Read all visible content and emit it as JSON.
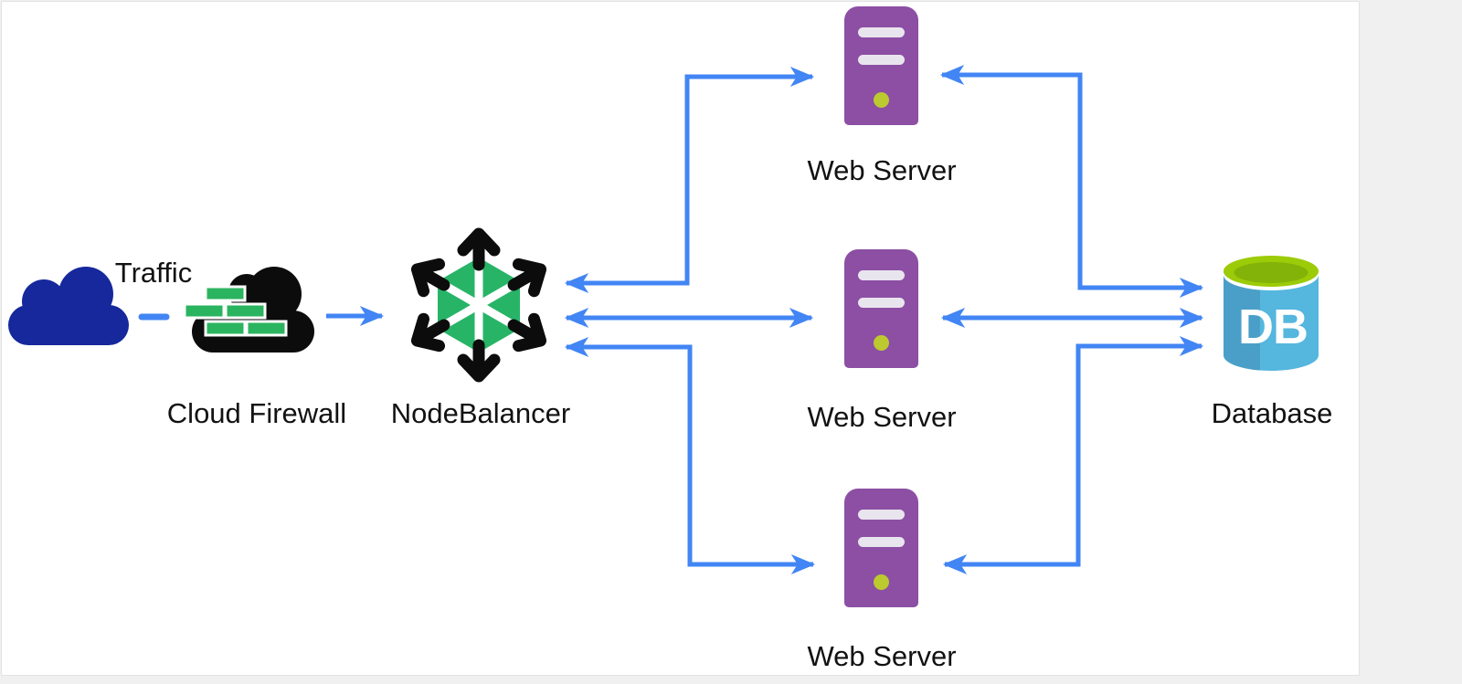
{
  "diagram": {
    "nodes": {
      "traffic": {
        "label": "Traffic",
        "icon": "cloud-icon"
      },
      "firewall": {
        "label": "Cloud Firewall",
        "icon": "firewall-brick-cloud-icon"
      },
      "nodebalancer": {
        "label": "NodeBalancer",
        "icon": "nodebalancer-hexagon-icon"
      },
      "web1": {
        "label": "Web Server",
        "icon": "server-tower-icon"
      },
      "web2": {
        "label": "Web Server",
        "icon": "server-tower-icon"
      },
      "web3": {
        "label": "Web Server",
        "icon": "server-tower-icon"
      },
      "database": {
        "label": "Database",
        "icon": "database-cylinder-icon",
        "badge": "DB"
      }
    },
    "edges": [
      {
        "from": "traffic",
        "to": "firewall",
        "style": "dashed",
        "direction": "none"
      },
      {
        "from": "firewall",
        "to": "nodebalancer",
        "style": "solid",
        "direction": "forward"
      },
      {
        "from": "nodebalancer",
        "to": "web1",
        "style": "solid",
        "direction": "both"
      },
      {
        "from": "nodebalancer",
        "to": "web2",
        "style": "solid",
        "direction": "both"
      },
      {
        "from": "nodebalancer",
        "to": "web3",
        "style": "solid",
        "direction": "both"
      },
      {
        "from": "web1",
        "to": "database",
        "style": "solid",
        "direction": "both"
      },
      {
        "from": "web2",
        "to": "database",
        "style": "solid",
        "direction": "both"
      },
      {
        "from": "web3",
        "to": "database",
        "style": "solid",
        "direction": "both"
      }
    ],
    "colors": {
      "arrow_blue": "#4285F4",
      "traffic_cloud_navy": "#16289C",
      "firewall_cloud_black": "#0C0C0C",
      "brick_green": "#2BB45F",
      "hexagon_green": "#27B467",
      "server_purple": "#8C4FA4",
      "server_slot_gray": "#E9E5EE",
      "server_led_green": "#BCCA2F",
      "db_blue_light": "#55B6DE",
      "db_blue_dark": "#4A9FC8",
      "db_top_green_outer": "#9CCB07",
      "db_top_green_inner": "#83B209",
      "canvas_white": "#FFFFFF",
      "page_background": "#F0F0F0"
    }
  }
}
